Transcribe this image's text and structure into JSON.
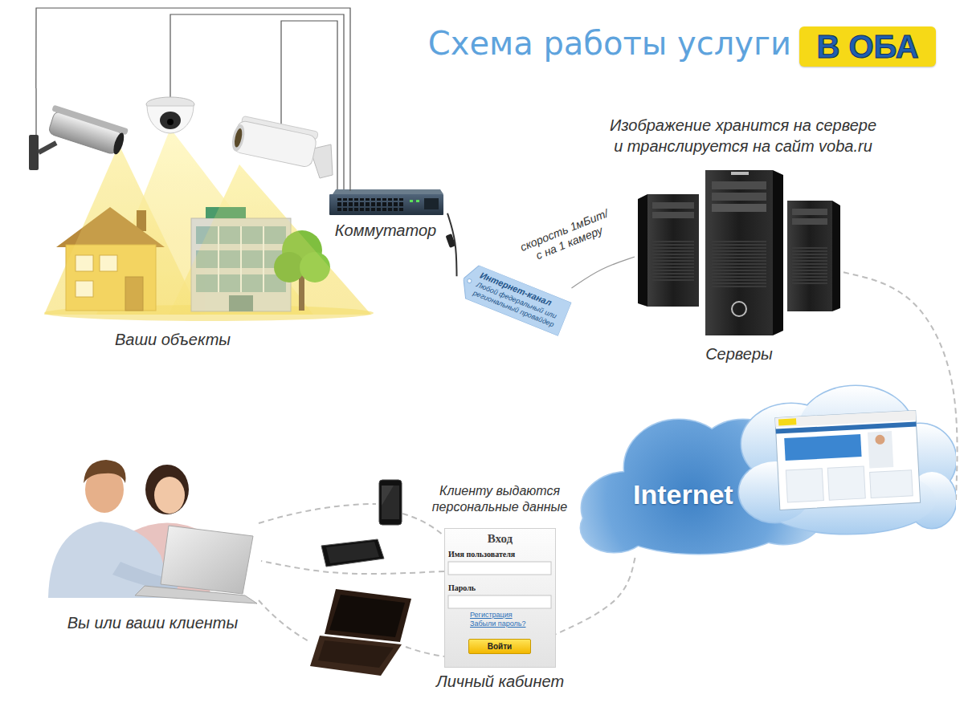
{
  "diagram": {
    "title": "Схема работы услуги",
    "nodes": [
      {
        "text": [
          "В ОБА"
        ]
      },
      {
        "text": [
          "Ваши объекты"
        ]
      },
      {
        "text": [
          "Коммутатор"
        ]
      },
      {
        "text": [
          "Интернет-канал",
          "Любой федеральный или региональный провайдер"
        ]
      },
      {
        "text": [
          "Серверы"
        ]
      },
      {
        "text": [
          "Internet"
        ]
      },
      {
        "text": [
          "Вход",
          "Имя пользователя",
          "Пароль",
          "Регистрация",
          "Забыли пароль?",
          "Личный кабинет"
        ]
      },
      {
        "text": [
          "Войти"
        ],
        "in": 6
      },
      {
        "text": [
          "Вы или ваши клиенты"
        ]
      }
    ],
    "edges": [
      {
        "from": 1,
        "to": 2,
        "arrow": "none"
      },
      {
        "from": 2,
        "to": 3,
        "arrow": "none"
      },
      {
        "from": 3,
        "to": 4,
        "arrow": "none",
        "label": "скорость 1мБит/с на 1 камеру"
      },
      {
        "from": 4,
        "to": 5,
        "arrow": "none"
      },
      {
        "from": 5,
        "to": 6,
        "arrow": "none"
      },
      {
        "from": 6,
        "to": 8,
        "arrow": "none"
      }
    ],
    "labels": [
      "Изображение хранится на сервере и транслируется на сайт voba.ru",
      "Клиенту выдаются персональные данные"
    ]
  }
}
